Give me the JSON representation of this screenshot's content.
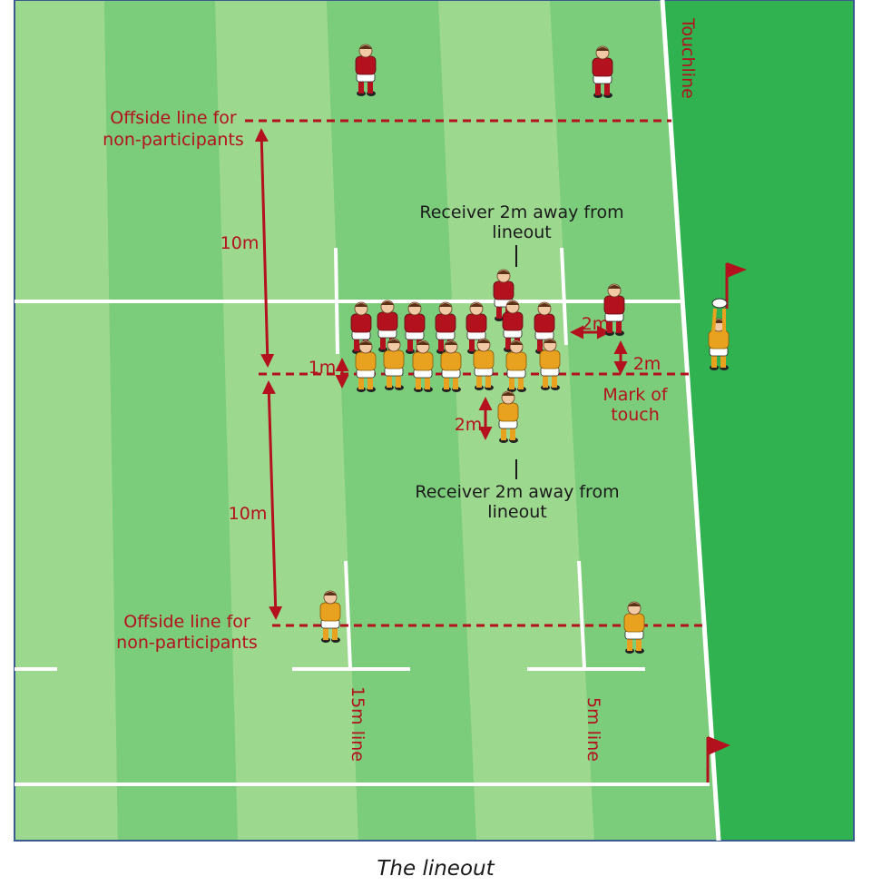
{
  "caption": "The lineout",
  "colors": {
    "field_light": "#9dd88f",
    "field_dark": "#6dc774",
    "out_of_field": "#2fb24f",
    "border": "#3a5a90",
    "marking_red": "#b3111d",
    "team_red": "#b3111d",
    "team_yellow": "#e8a21f"
  },
  "labels": {
    "touchline": "Touchline",
    "offside_top_line1": "Offside line for",
    "offside_top_line2": "non-participants",
    "offside_bottom_line1": "Offside line for",
    "offside_bottom_line2": "non-participants",
    "distance_top": "10m",
    "distance_bottom": "10m",
    "receiver_top_line1": "Receiver 2m away from",
    "receiver_top_line2": "lineout",
    "receiver_bottom_line1": "Receiver 2m away from",
    "receiver_bottom_line2": "lineout",
    "gap_1m": "1m",
    "gap_2m_side": "2m",
    "gap_2m_mark": "2m",
    "gap_2m_receiver": "2m",
    "mark_line1": "Mark of",
    "mark_line2": "touch",
    "line_15m": "15m line",
    "line_5m": "5m line"
  }
}
